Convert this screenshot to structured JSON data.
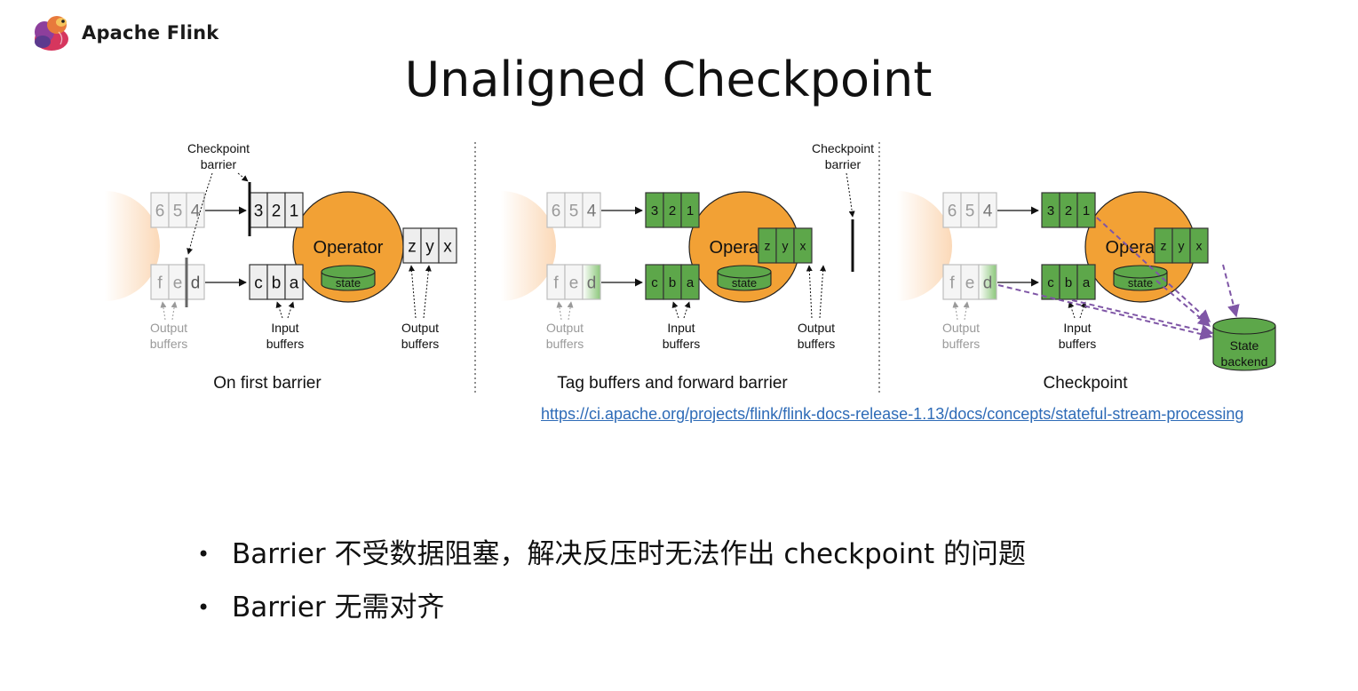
{
  "brand": {
    "name": "Apache Flink",
    "logo": "squirrel-logo"
  },
  "title": "Unaligned Checkpoint",
  "colors": {
    "operator": "#f2a135",
    "green": "#5da74a",
    "purple": "#7f56a6",
    "link": "#2e6bb7",
    "grey_box": "#eeeeee"
  },
  "panels": [
    {
      "caption": "On first barrier",
      "upstream_top": [
        "6",
        "5",
        "4"
      ],
      "upstream_bottom": [
        "f",
        "e",
        "d"
      ],
      "input_top": [
        "3",
        "2",
        "1"
      ],
      "input_bottom": [
        "c",
        "b",
        "a"
      ],
      "output": [
        "z",
        "y",
        "x"
      ],
      "operator_label": "Operator",
      "state_label": "state",
      "barrier_label_1": "Checkpoint",
      "barrier_label_2": "barrier",
      "out_buf_1": "Output",
      "out_buf_2": "buffers",
      "in_buf_1": "Input",
      "in_buf_2": "buffers",
      "out_buf_r1": "Output",
      "out_buf_r2": "buffers"
    },
    {
      "caption": "Tag buffers and forward barrier",
      "upstream_top": [
        "6",
        "5",
        "4"
      ],
      "upstream_bottom": [
        "f",
        "e",
        "d"
      ],
      "input_top": [
        "3",
        "2",
        "1"
      ],
      "input_bottom": [
        "c",
        "b",
        "a"
      ],
      "output": [
        "z",
        "y",
        "x"
      ],
      "operator_label": "Operator",
      "state_label": "state",
      "barrier_label_1": "Checkpoint",
      "barrier_label_2": "barrier",
      "out_buf_1": "Output",
      "out_buf_2": "buffers",
      "in_buf_1": "Input",
      "in_buf_2": "buffers",
      "out_buf_r1": "Output",
      "out_buf_r2": "buffers"
    },
    {
      "caption": "Checkpoint",
      "upstream_top": [
        "6",
        "5",
        "4"
      ],
      "upstream_bottom": [
        "f",
        "e",
        "d"
      ],
      "input_top": [
        "3",
        "2",
        "1"
      ],
      "input_bottom": [
        "c",
        "b",
        "a"
      ],
      "output": [
        "z",
        "y",
        "x"
      ],
      "operator_label": "Operator",
      "state_label": "state",
      "out_buf_1": "Output",
      "out_buf_2": "buffers",
      "in_buf_1": "Input",
      "in_buf_2": "buffers",
      "backend_1": "State",
      "backend_2": "backend"
    }
  ],
  "link": "https://ci.apache.org/projects/flink/flink-docs-release-1.13/docs/concepts/stateful-stream-processing",
  "bullets": [
    "Barrier 不受数据阻塞，解决反压时无法作出 checkpoint 的问题",
    "Barrier 无需对齐"
  ]
}
